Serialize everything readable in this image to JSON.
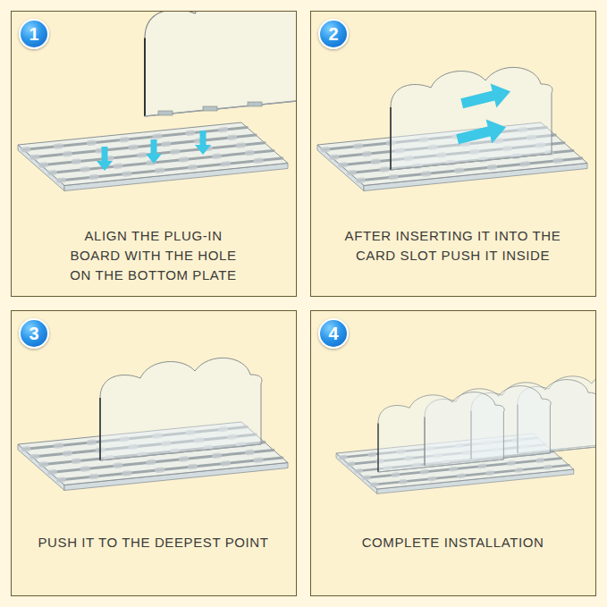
{
  "diagram": {
    "nodes": [
      {
        "text": [
          "ALIGN THE PLUG-IN BOARD WITH THE HOLE ON THE BOTTOM PLATE"
        ]
      },
      {
        "text": [
          "1"
        ],
        "in": 0
      },
      {
        "text": [
          "AFTER INSERTING IT INTO THE CARD SLOT PUSH IT INSIDE"
        ]
      },
      {
        "text": [
          "2"
        ],
        "in": 2
      },
      {
        "text": [
          "PUSH IT TO THE DEEPEST POINT"
        ]
      },
      {
        "text": [
          "3"
        ],
        "in": 4
      },
      {
        "text": [
          "COMPLETE INSTALLATION"
        ]
      },
      {
        "text": [
          "4"
        ],
        "in": 6
      }
    ]
  }
}
